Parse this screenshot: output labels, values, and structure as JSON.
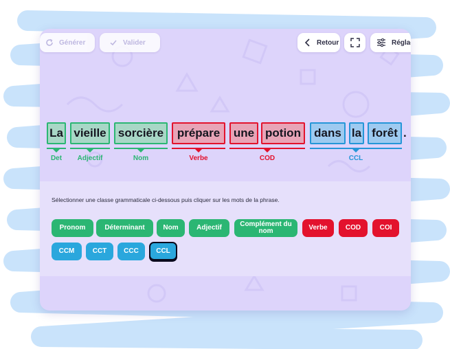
{
  "toolbar": {
    "generate_label": "Générer",
    "validate_label": "Valider",
    "back_label": "Retour",
    "settings_label": "Réglage"
  },
  "sentence": {
    "words": [
      "La",
      "vieille",
      "sorcière",
      "prépare",
      "une",
      "potion",
      "dans",
      "la",
      "forêt"
    ],
    "period": "."
  },
  "groups": [
    "Det",
    "Adjectif",
    "Nom",
    "Verbe",
    "COD",
    "CCL"
  ],
  "instruction": "Sélectionner une classe grammaticale ci-dessous puis cliquer sur les mots de la phrase.",
  "classes": [
    "Pronom",
    "Déterminant",
    "Nom",
    "Adjectif",
    "Complément du nom",
    "Verbe",
    "COD",
    "COI",
    "CCM",
    "CCT",
    "CCC",
    "CCL"
  ],
  "selected_class": "CCL",
  "colors": {
    "green": "#2bb673",
    "red": "#e3122d",
    "blue": "#2aa7dd",
    "background": "#ddd4fb",
    "scribble": "#c9e3fb"
  },
  "icons": {
    "generate": "refresh-icon",
    "validate": "check-icon",
    "back": "chevron-left-icon",
    "fullscreen": "fullscreen-icon",
    "settings": "sliders-icon"
  }
}
